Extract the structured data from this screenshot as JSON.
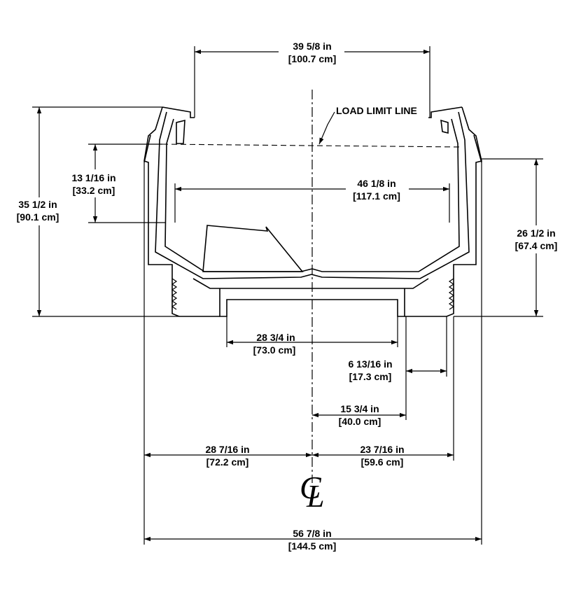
{
  "labels": {
    "load_limit": "LOAD LIMIT LINE",
    "centerline_symbol": "CL"
  },
  "dimensions": {
    "top_opening": {
      "imperial": "39 5/8 in",
      "metric": "[100.7 cm]"
    },
    "overall_height": {
      "imperial": "35 1/2 in",
      "metric": "[90.1 cm]"
    },
    "load_depth": {
      "imperial": "13 1/16 in",
      "metric": "[33.2 cm]"
    },
    "inner_width": {
      "imperial": "46 1/8 in",
      "metric": "[117.1 cm]"
    },
    "side_height": {
      "imperial": "26 1/2 in",
      "metric": "[67.4 cm]"
    },
    "base_width": {
      "imperial": "28 3/4 in",
      "metric": "[73.0 cm]"
    },
    "step_offset": {
      "imperial": "6 13/16 in",
      "metric": "[17.3 cm]"
    },
    "center_to_base": {
      "imperial": "15 3/4 in",
      "metric": "[40.0 cm]"
    },
    "left_half": {
      "imperial": "28 7/16 in",
      "metric": "[72.2 cm]"
    },
    "right_half": {
      "imperial": "23 7/16 in",
      "metric": "[59.6 cm]"
    },
    "overall_width": {
      "imperial": "56 7/8 in",
      "metric": "[144.5 cm]"
    }
  }
}
